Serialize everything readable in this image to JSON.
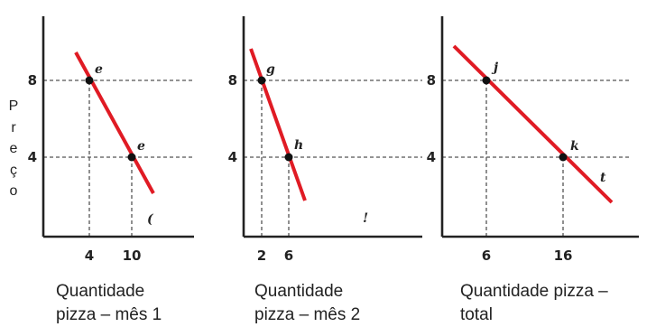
{
  "y_axis_label": "Preço",
  "captions": [
    [
      "Quantidade",
      "pizza – mês 1"
    ],
    [
      "Quantidade",
      "pizza – mês 2"
    ],
    [
      "Quantidade pizza –",
      "total"
    ]
  ],
  "colors": {
    "demand_line": "#e01b24",
    "axis": "#222222"
  },
  "chart_data": [
    {
      "type": "line",
      "title": "",
      "xlabel": "Quantidade pizza – mês 1",
      "ylabel": "Preço",
      "x_ticks": [
        "4",
        "10"
      ],
      "y_ticks": [
        "8",
        "4"
      ],
      "points": [
        {
          "label": "e",
          "x": 4,
          "y": 8
        },
        {
          "label": "e",
          "x": 10,
          "y": 4
        }
      ],
      "curve_end_label": "("
    },
    {
      "type": "line",
      "title": "",
      "xlabel": "Quantidade pizza – mês 2",
      "ylabel": "",
      "x_ticks": [
        "2",
        "6"
      ],
      "y_ticks": [
        "8",
        "4"
      ],
      "points": [
        {
          "label": "g",
          "x": 2,
          "y": 8
        },
        {
          "label": "h",
          "x": 6,
          "y": 4
        }
      ],
      "curve_end_label": "!"
    },
    {
      "type": "line",
      "title": "",
      "xlabel": "Quantidade pizza – total",
      "ylabel": "",
      "x_ticks": [
        "6",
        "16"
      ],
      "y_ticks": [
        "8",
        "4"
      ],
      "points": [
        {
          "label": "j",
          "x": 6,
          "y": 8
        },
        {
          "label": "k",
          "x": 16,
          "y": 4
        }
      ],
      "curve_end_label": "t"
    }
  ]
}
